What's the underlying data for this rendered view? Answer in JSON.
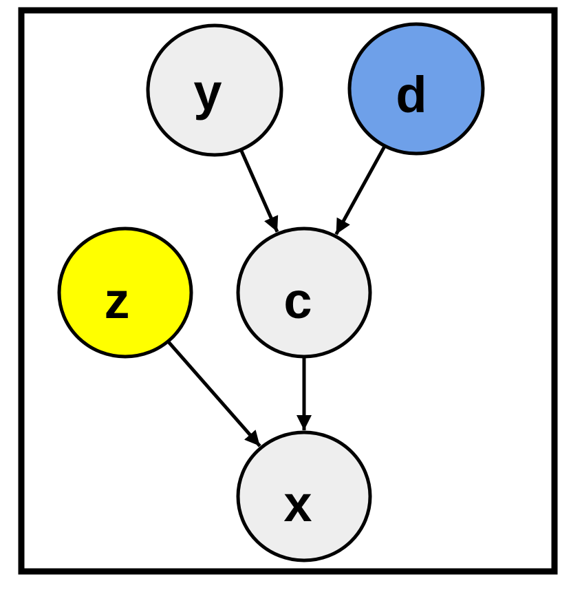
{
  "nodes": [
    {
      "id": "y",
      "label": "y",
      "fill": "#eeeeee"
    },
    {
      "id": "d",
      "label": "d",
      "fill": "#6ea0e9"
    },
    {
      "id": "z",
      "label": "z",
      "fill": "#ffff00"
    },
    {
      "id": "c",
      "label": "c",
      "fill": "#eeeeee"
    },
    {
      "id": "x",
      "label": "x",
      "fill": "#eeeeee"
    }
  ],
  "edges": [
    {
      "from": "y",
      "to": "c"
    },
    {
      "from": "d",
      "to": "c"
    },
    {
      "from": "z",
      "to": "x"
    },
    {
      "from": "c",
      "to": "x"
    }
  ],
  "colors": {
    "stroke": "#000000",
    "frame": "#000000",
    "background": "#ffffff"
  }
}
